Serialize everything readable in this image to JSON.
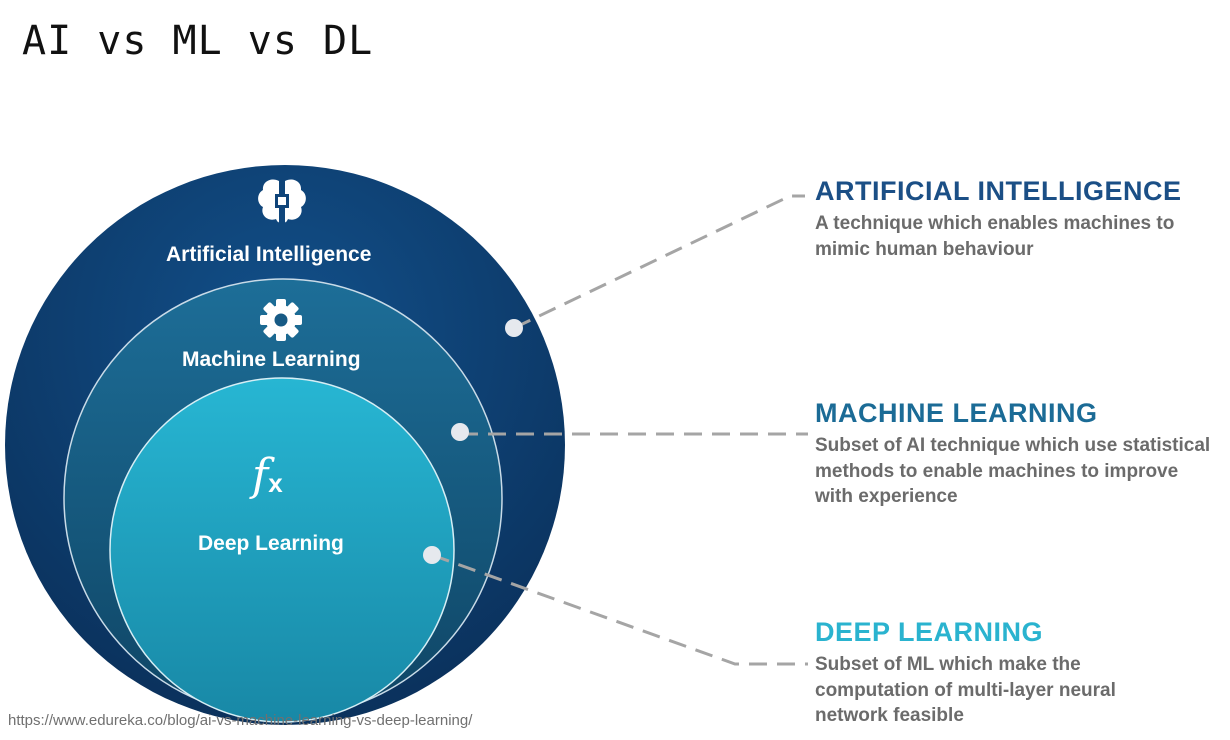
{
  "title": "AI vs ML vs DL",
  "circles": {
    "ai_label": "Artificial Intelligence",
    "ml_label": "Machine Learning",
    "dl_label": "Deep Learning"
  },
  "icons": {
    "ai": "brain-chip-icon",
    "ml": "gear-icon",
    "dl": "fx-function-icon"
  },
  "dl_icon_text": "f",
  "dl_icon_sub": "x",
  "info": [
    {
      "heading": "ARTIFICIAL INTELLIGENCE",
      "description": "A technique which enables machines to mimic human behaviour",
      "color": "#1b4f86"
    },
    {
      "heading": "MACHINE LEARNING",
      "description": "Subset of AI technique which use statistical methods to enable machines to improve with experience",
      "color": "#1b6b96"
    },
    {
      "heading": "DEEP LEARNING",
      "description": "Subset of ML which make the computation of multi-layer neural network feasible",
      "color": "#2ab3cf"
    }
  ],
  "colors": {
    "ai_circle": "#0d3f73",
    "ml_circle": "#175a85",
    "dl_circle": "#23aecb",
    "connector": "#a5a5a5"
  },
  "source": "https://www.edureka.co/blog/ai-vs-machine-learning-vs-deep-learning/"
}
